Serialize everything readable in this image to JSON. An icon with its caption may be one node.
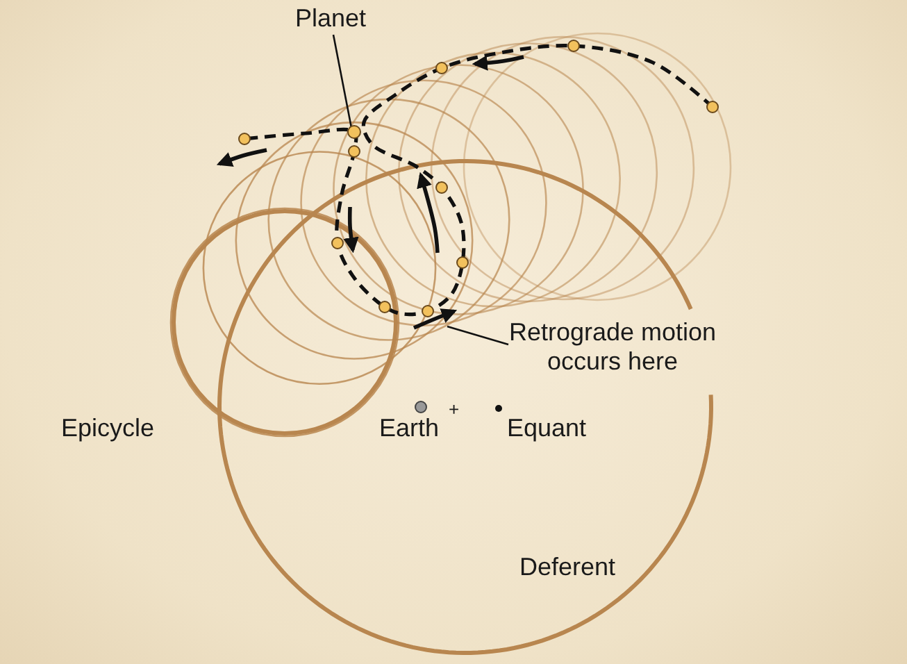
{
  "diagram": {
    "nodes": [
      {
        "text": [
          "Planet"
        ]
      },
      {
        "text": [],
        "shape": "circle"
      },
      {
        "text": [
          "Retrograde motion occurs here"
        ]
      }
    ],
    "edges": [
      {
        "from": 0,
        "to": 1,
        "arrow": "none"
      },
      {
        "from": 2,
        "to": null,
        "arrow": "none"
      }
    ],
    "labels": [
      "Epicycle",
      "Earth",
      "+",
      "Equant",
      "Deferent"
    ]
  }
}
